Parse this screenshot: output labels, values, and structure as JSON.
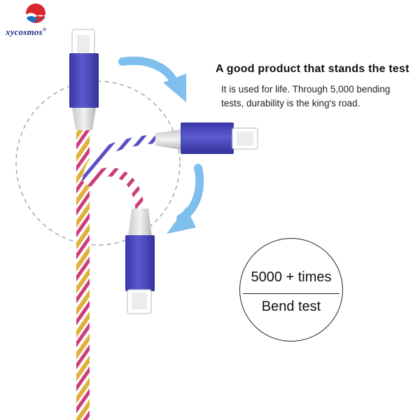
{
  "brand": {
    "name": "xycosmos",
    "registered_mark": "®"
  },
  "headline": "A good product that stands the test",
  "description": "It is used for life. Through 5,000 bending tests, durability is the king's road.",
  "badge": {
    "top_text": "5000 + times",
    "bottom_text": "Bend test"
  },
  "colors": {
    "connector_housing": "#4646b8",
    "arrow": "#7fbfee",
    "cable_stripe_a": "#e0b03a",
    "cable_stripe_b": "#cc3d7a",
    "cable_stripe_c": "#5a4fc4",
    "dashed_circle": "#9a9a9a",
    "logo_red": "#d9262c",
    "logo_blue": "#1f6fc0"
  }
}
